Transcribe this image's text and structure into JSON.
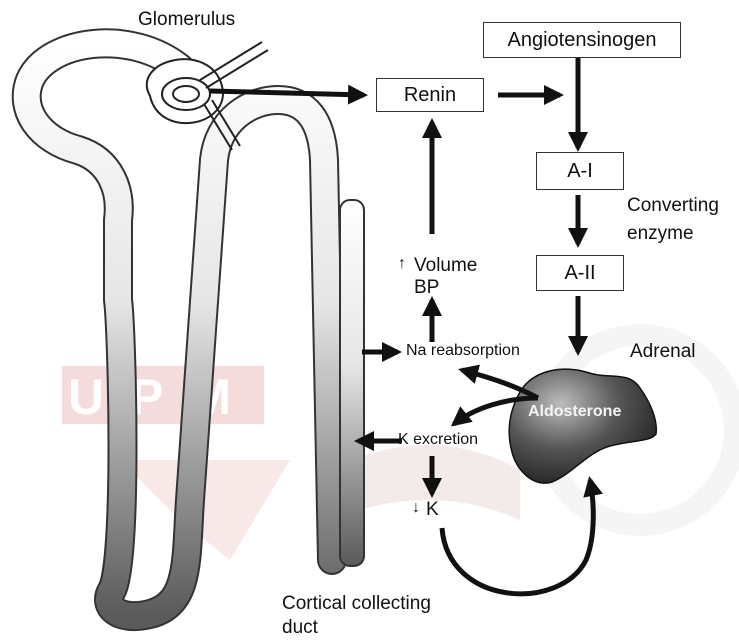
{
  "watermark": {
    "text": "UPM",
    "color": "#e9b4b4"
  },
  "labels": {
    "glomerulus": "Glomerulus",
    "converting_enzyme_line1": "Converting",
    "converting_enzyme_line2": "enzyme",
    "adrenal": "Adrenal",
    "aldosterone": "Aldosterone",
    "volume": "Volume",
    "bp": "BP",
    "na_reabsorption": "Na reabsorption",
    "k_excretion": "K excretion",
    "k_low": "K",
    "collecting_duct_line1": "Cortical collecting",
    "collecting_duct_line2": "duct",
    "up_arrow": "↑",
    "down_arrow": "↓"
  },
  "boxes": {
    "angiotensinogen": "Angiotensinogen",
    "renin": "Renin",
    "a1": "A-I",
    "a2": "A-II"
  }
}
